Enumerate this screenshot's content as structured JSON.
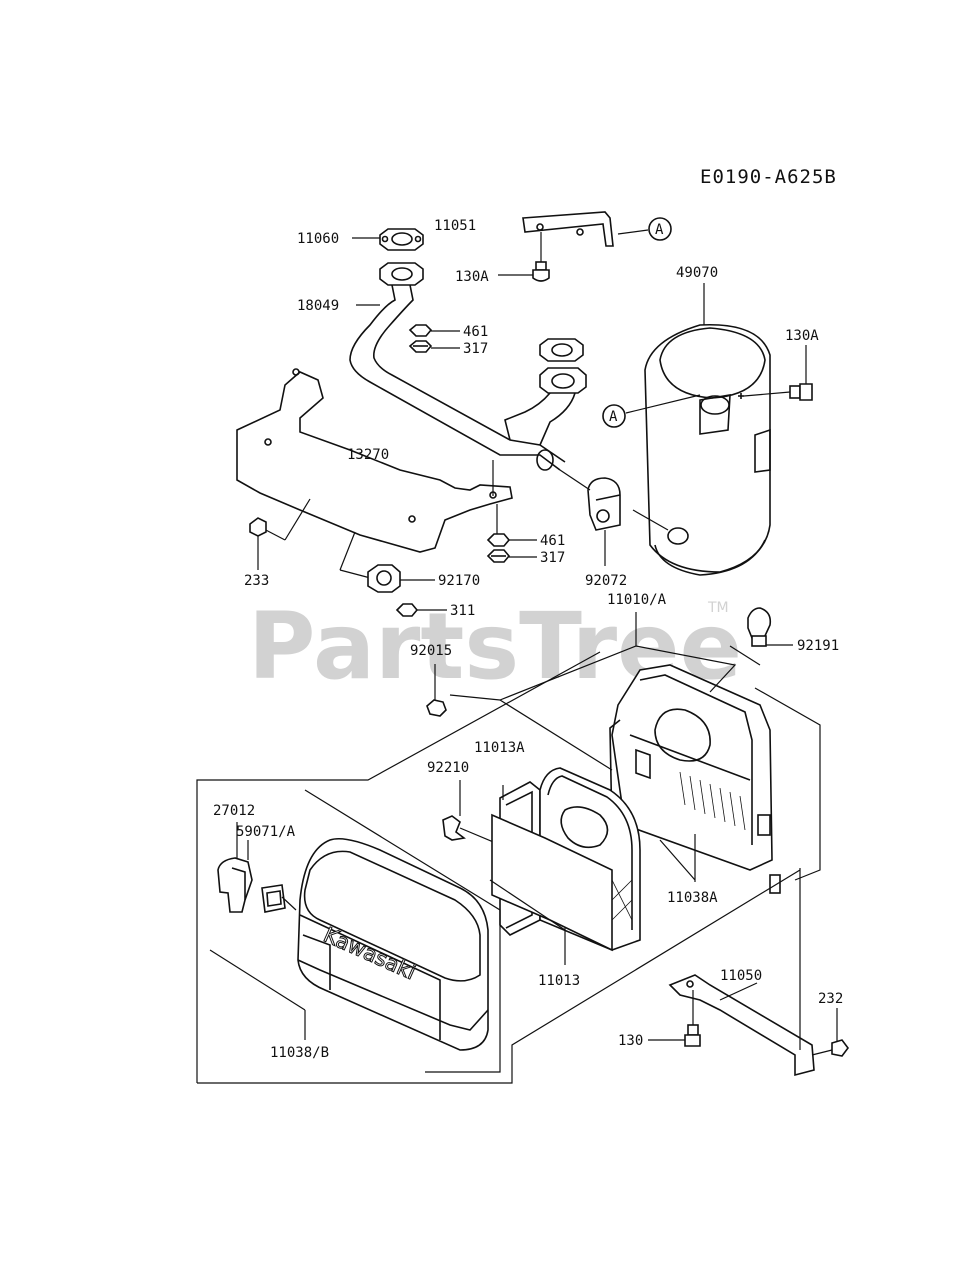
{
  "diagram_code": "E0190-A625B",
  "watermark": "PartsTree",
  "watermark_tm": "TM",
  "brand_on_cover": "Kawasaki",
  "callout": "A",
  "labels": {
    "p11060": "11060",
    "p11051": "11051",
    "p130A_1": "130A",
    "p49070": "49070",
    "p130A_2": "130A",
    "p18049": "18049",
    "p461_1": "461",
    "p317_1": "317",
    "p13270": "13270",
    "p461_2": "461",
    "p317_2": "317",
    "p233": "233",
    "p92170": "92170",
    "p92072": "92072",
    "p311": "311",
    "p11010A": "11010/A",
    "p92191": "92191",
    "p92015": "92015",
    "p11013A": "11013A",
    "p92210": "92210",
    "p27012": "27012",
    "p59071A": "59071/A",
    "p11038A": "11038A",
    "p11013": "11013",
    "p11050": "11050",
    "p232": "232",
    "p130": "130",
    "p11038B": "11038/B"
  }
}
